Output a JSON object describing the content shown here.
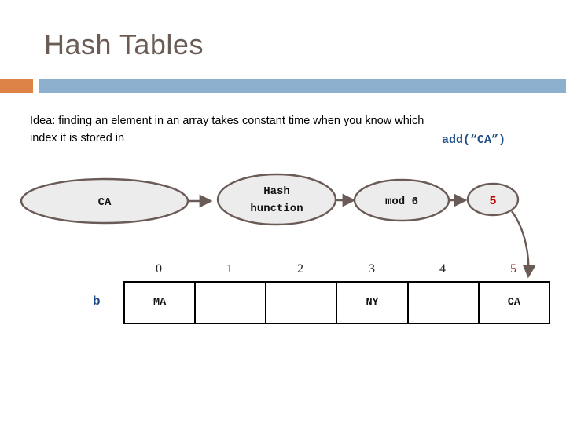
{
  "slide": {
    "title": "Hash Tables",
    "accent_orange": "#DD8247",
    "accent_blue": "#8CAFCE",
    "title_color": "#6B5D55"
  },
  "body": {
    "idea_text": "Idea: finding an element in an array takes constant time when you know which index it is stored in",
    "add_call": "add(“CA”)",
    "add_call_color": "#1F4E87"
  },
  "flow": {
    "nodes": [
      {
        "id": "input",
        "label": "CA",
        "label_color": "#111111"
      },
      {
        "id": "hash",
        "label_line1": "Hash",
        "label_line2": "hunction",
        "label_color": "#111111"
      },
      {
        "id": "mod",
        "label": "mod 6",
        "label_color": "#111111"
      },
      {
        "id": "result",
        "label": "5",
        "label_color": "#C00000"
      }
    ],
    "stroke_color": "#6B5B56",
    "fill_color": "#EDECEC"
  },
  "array": {
    "label": "b",
    "label_color": "#1F4E87",
    "indices": [
      "0",
      "1",
      "2",
      "3",
      "4",
      "5"
    ],
    "highlight_index": "5",
    "highlight_color": "#9C2C2C",
    "cells": [
      "MA",
      "",
      "",
      "NY",
      "",
      "CA"
    ]
  }
}
